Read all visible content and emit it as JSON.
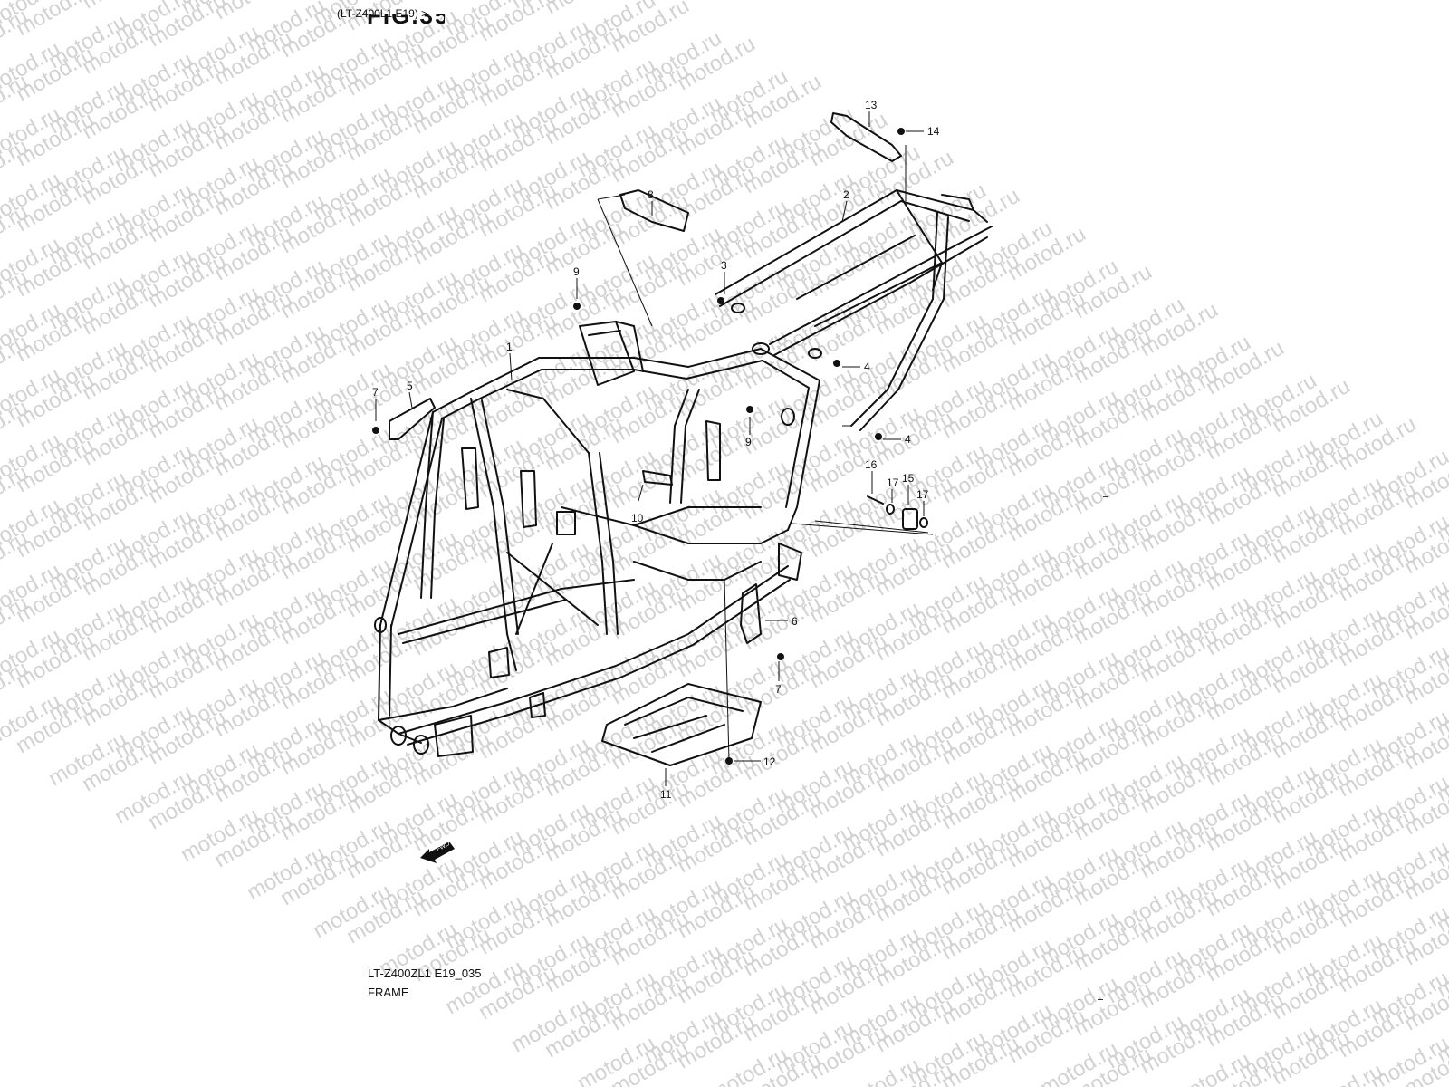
{
  "header": {
    "title": "(LT-Z400L1 E19) >",
    "fig_partial": "FIG.35"
  },
  "watermark": {
    "text": "motod.ru"
  },
  "callouts": [
    {
      "id": "c13",
      "label": "13"
    },
    {
      "id": "c14",
      "label": "14"
    },
    {
      "id": "c8",
      "label": "8"
    },
    {
      "id": "c2",
      "label": "2"
    },
    {
      "id": "c9a",
      "label": "9"
    },
    {
      "id": "c3",
      "label": "3"
    },
    {
      "id": "c1",
      "label": "1"
    },
    {
      "id": "c4a",
      "label": "4"
    },
    {
      "id": "c5",
      "label": "5"
    },
    {
      "id": "c7a",
      "label": "7"
    },
    {
      "id": "c9b",
      "label": "9"
    },
    {
      "id": "c4b",
      "label": "4"
    },
    {
      "id": "c16",
      "label": "16"
    },
    {
      "id": "c17a",
      "label": "17"
    },
    {
      "id": "c15",
      "label": "15"
    },
    {
      "id": "c17b",
      "label": "17"
    },
    {
      "id": "c10",
      "label": "10"
    },
    {
      "id": "c6",
      "label": "6"
    },
    {
      "id": "c7b",
      "label": "7"
    },
    {
      "id": "c12",
      "label": "12"
    },
    {
      "id": "c11",
      "label": "11"
    }
  ],
  "fwd_label": "FWD",
  "footer": {
    "code": "LT-Z400ZL1 E19_035",
    "title": "FRAME"
  }
}
